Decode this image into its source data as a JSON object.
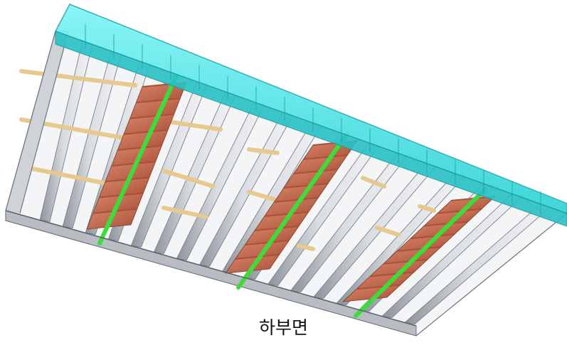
{
  "caption": "하부면",
  "colors": {
    "top_beam": "#3ee6e8",
    "top_beam_edge": "#2aa9ad",
    "rib_light": "#eef0f3",
    "rib_mid": "#c6cad1",
    "rib_dark": "#8d939c",
    "brace": "#e6c98f",
    "stair_tread": "#c46a4c",
    "stair_riser": "#a8513a",
    "stringer": "#3edc3a"
  },
  "icons": {
    "structure": "inclined-ribbed-deck-3d",
    "stairs": "stair-flight"
  }
}
